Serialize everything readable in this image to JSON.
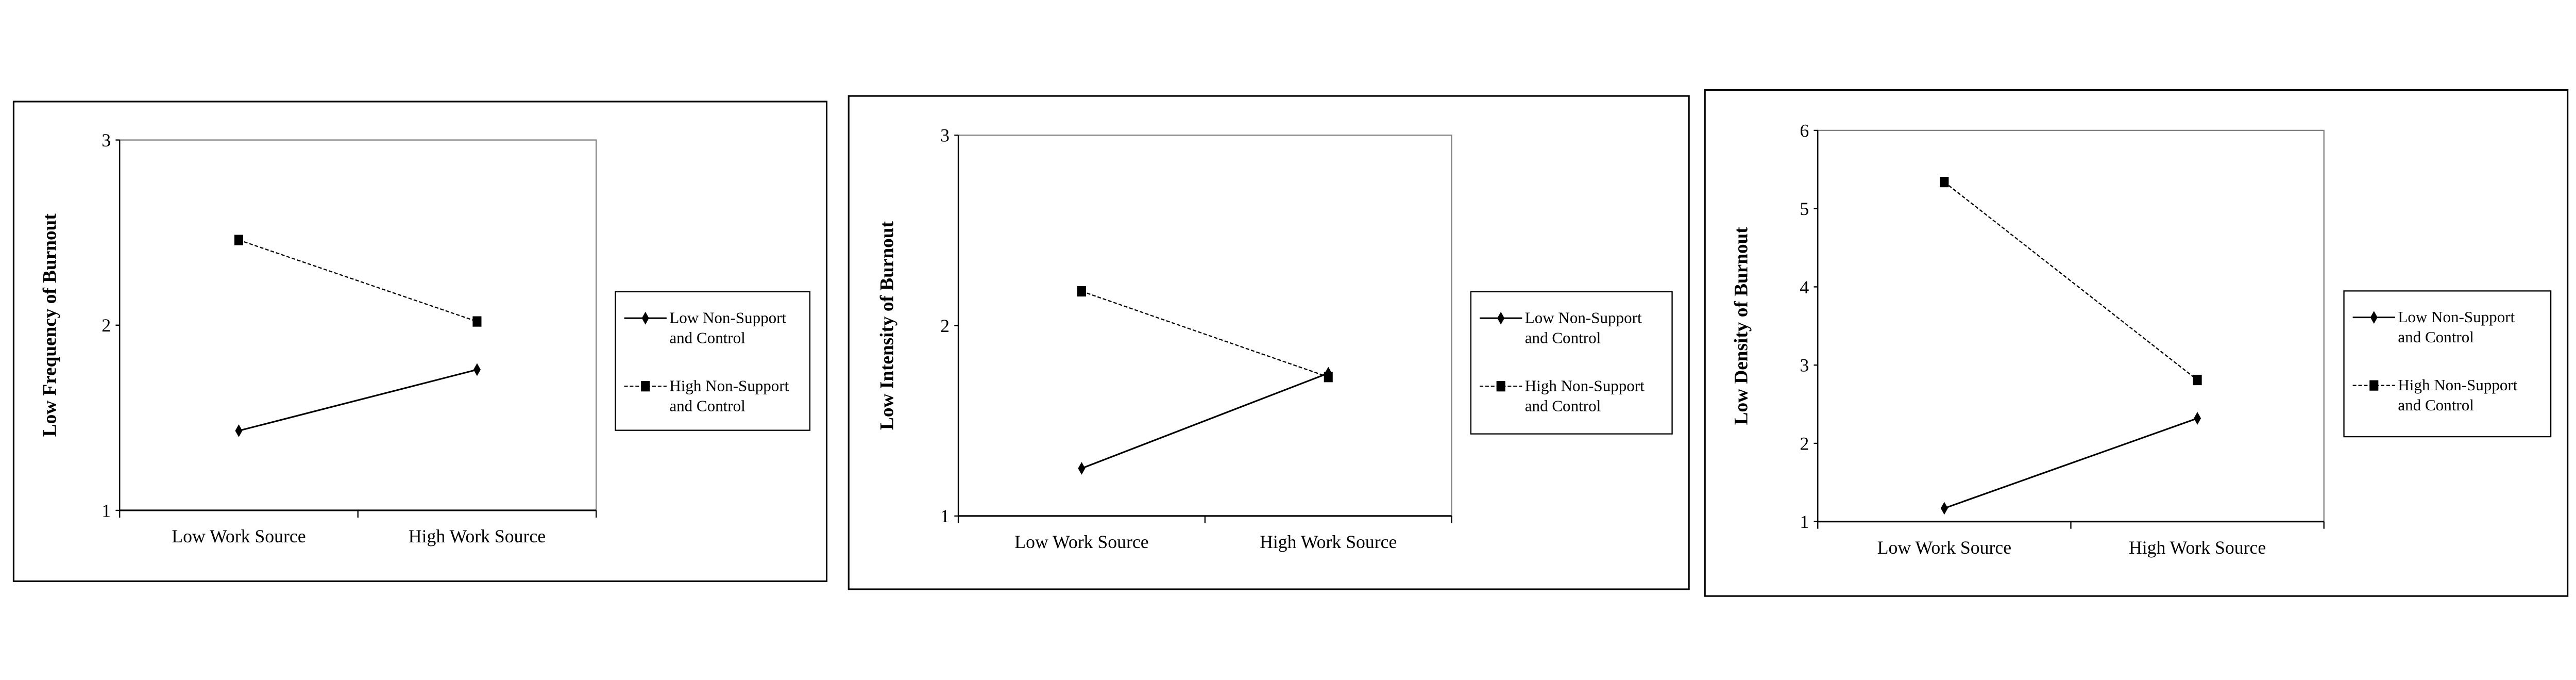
{
  "chart_data": [
    {
      "type": "line",
      "ylabel": "Low Frequency of Burnout",
      "xlabel": "",
      "categories": [
        "Low Work Source",
        "High Work Source"
      ],
      "ylim": [
        1,
        3
      ],
      "yticks": [
        "1",
        "2",
        "3"
      ],
      "grid": false,
      "legend": "right",
      "series": [
        {
          "name": "Low Non-Support and Control",
          "name_lines": [
            "Low Non-Support",
            "and Control"
          ],
          "values": [
            1.43,
            1.76
          ],
          "style": "solid",
          "marker": "diamond"
        },
        {
          "name": "High Non-Support and Control",
          "name_lines": [
            "High Non-Support",
            "and Control"
          ],
          "values": [
            2.46,
            2.02
          ],
          "style": "dashed",
          "marker": "square"
        }
      ]
    },
    {
      "type": "line",
      "ylabel": "Low Intensity of Burnout",
      "xlabel": "",
      "categories": [
        "Low Work Source",
        "High Work Source"
      ],
      "ylim": [
        1,
        3
      ],
      "yticks": [
        "1",
        "2",
        "3"
      ],
      "grid": false,
      "legend": "right",
      "series": [
        {
          "name": "Low Non-Support and Control",
          "name_lines": [
            "Low Non-Support",
            "and Control"
          ],
          "values": [
            1.25,
            1.75
          ],
          "style": "solid",
          "marker": "diamond"
        },
        {
          "name": "High Non-Support and Control",
          "name_lines": [
            "High Non-Support",
            "and Control"
          ],
          "values": [
            2.18,
            1.73
          ],
          "style": "dashed",
          "marker": "square"
        }
      ]
    },
    {
      "type": "line",
      "ylabel": "Low Density of Burnout",
      "xlabel": "",
      "categories": [
        "Low Work Source",
        "High Work Source"
      ],
      "ylim": [
        1,
        6
      ],
      "yticks": [
        "1",
        "2",
        "3",
        "4",
        "5",
        "6"
      ],
      "grid": false,
      "legend": "right",
      "series": [
        {
          "name": "Low Non-Support and Control",
          "name_lines": [
            "Low Non-Support",
            "and Control"
          ],
          "values": [
            1.17,
            2.32
          ],
          "style": "solid",
          "marker": "diamond"
        },
        {
          "name": "High Non-Support and Control",
          "name_lines": [
            "High Non-Support",
            "and Control"
          ],
          "values": [
            5.34,
            2.81
          ],
          "style": "dashed",
          "marker": "square"
        }
      ]
    }
  ]
}
